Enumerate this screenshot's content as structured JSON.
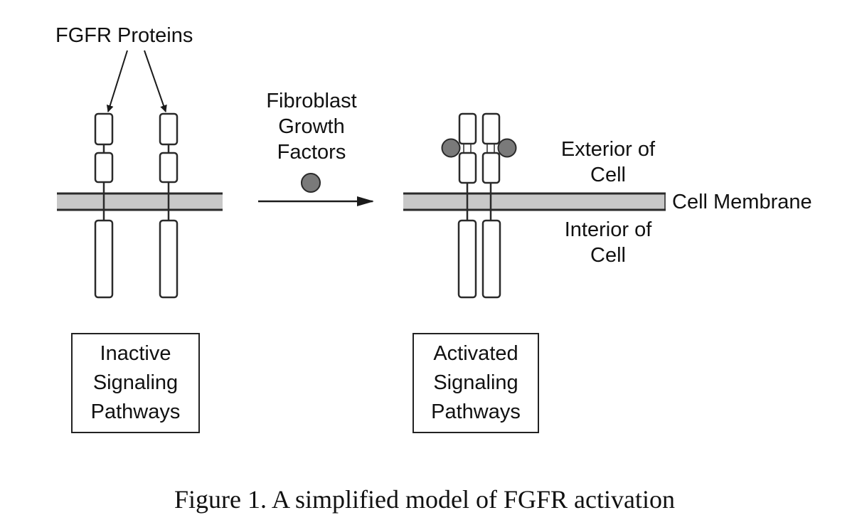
{
  "figure": {
    "caption": "Figure 1. A simplified model of FGFR activation",
    "colors": {
      "membrane_fill": "#c8c8c8",
      "stroke": "#2a2a2a",
      "ligand_fill": "#7a7a7a",
      "background": "#ffffff"
    }
  },
  "labels": {
    "fgfr_proteins": "FGFR Proteins",
    "growth_factors": [
      "Fibroblast",
      "Growth",
      "Factors"
    ],
    "exterior": [
      "Exterior of",
      "Cell"
    ],
    "interior": [
      "Interior of",
      "Cell"
    ],
    "cell_membrane": "Cell Membrane"
  },
  "boxes": {
    "inactive": [
      "Inactive",
      "Signaling",
      "Pathways"
    ],
    "activated": [
      "Activated",
      "Signaling",
      "Pathways"
    ]
  },
  "states": [
    {
      "name": "inactive",
      "receptor_count": 2,
      "ligands_bound": 0,
      "dimerized": false
    },
    {
      "name": "activated",
      "receptor_count": 2,
      "ligands_bound": 2,
      "dimerized": true
    }
  ]
}
